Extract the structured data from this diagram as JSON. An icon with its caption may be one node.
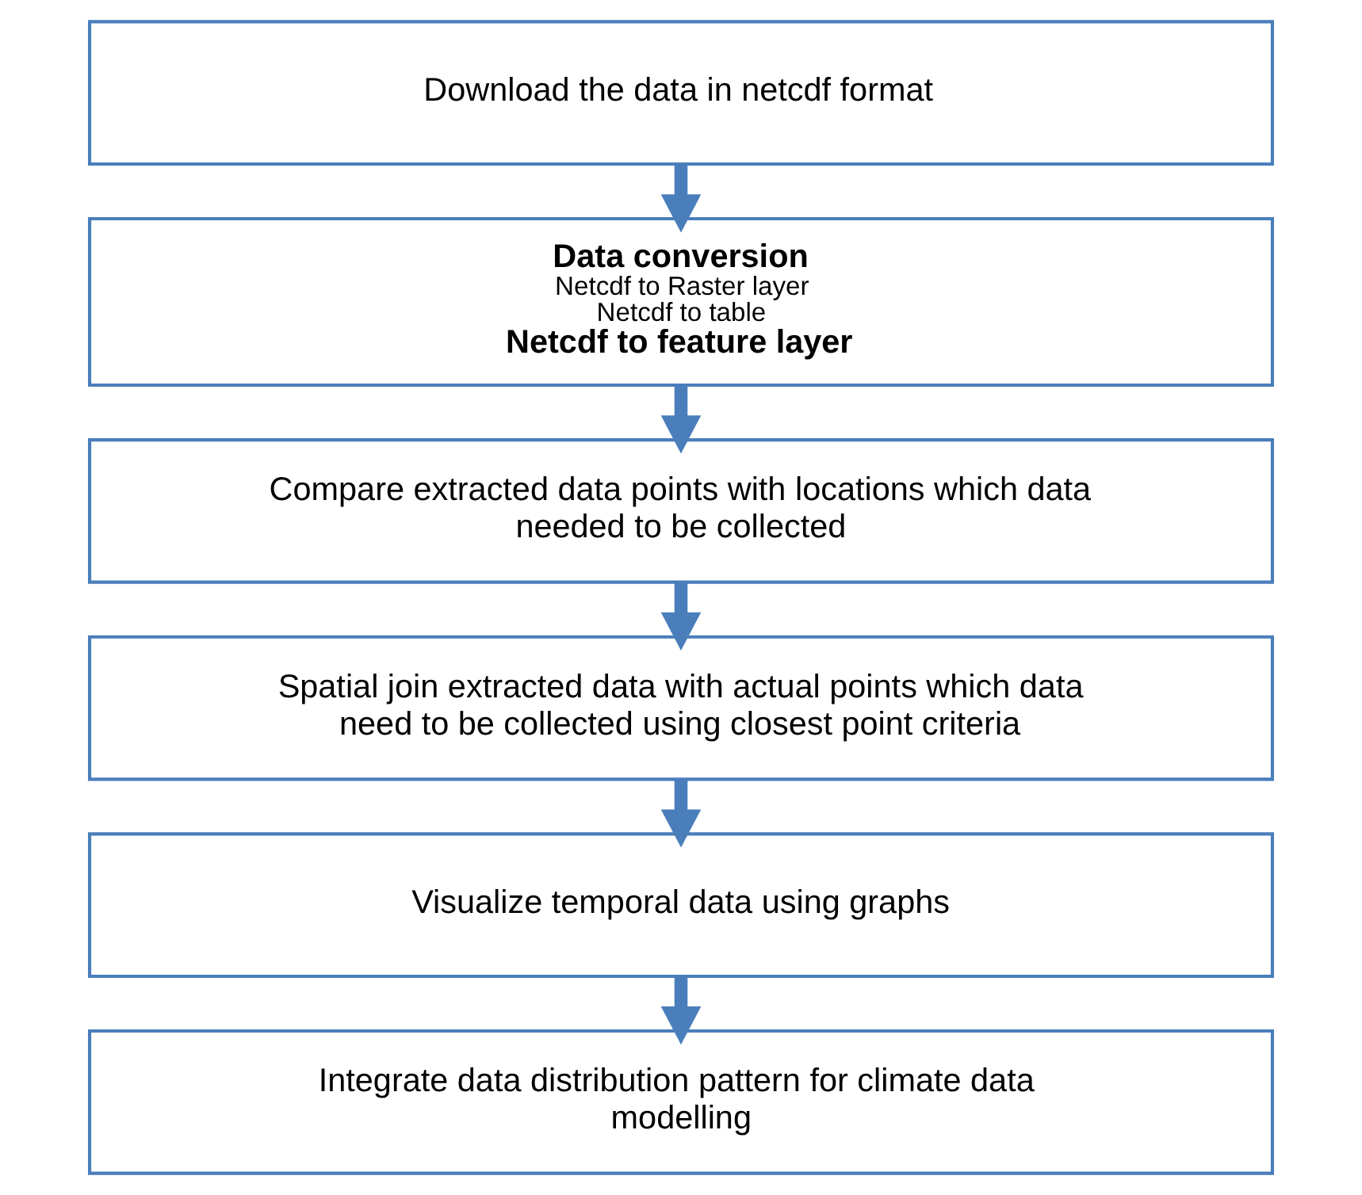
{
  "diagram": {
    "nodes": [
      {
        "text": [
          "Download the data in netcdf format"
        ]
      },
      {
        "text": [
          "Data conversion",
          "Netcdf to Raster layer",
          "Netcdf to table",
          "Netcdf to feature layer"
        ]
      },
      {
        "text": [
          "Compare extracted data points with locations which data needed to be collected"
        ]
      },
      {
        "text": [
          "Spatial join extracted data with actual points which data need to be collected using closest point criteria"
        ]
      },
      {
        "text": [
          "Visualize temporal data using graphs"
        ]
      },
      {
        "text": [
          "Integrate data distribution pattern for climate data modelling"
        ]
      }
    ],
    "edges": [
      {
        "from": 0,
        "to": 1,
        "arrow": "to"
      },
      {
        "from": 1,
        "to": 2,
        "arrow": "to"
      },
      {
        "from": 2,
        "to": 3,
        "arrow": "to"
      },
      {
        "from": 3,
        "to": 4,
        "arrow": "to"
      },
      {
        "from": 4,
        "to": 5,
        "arrow": "to"
      }
    ]
  }
}
